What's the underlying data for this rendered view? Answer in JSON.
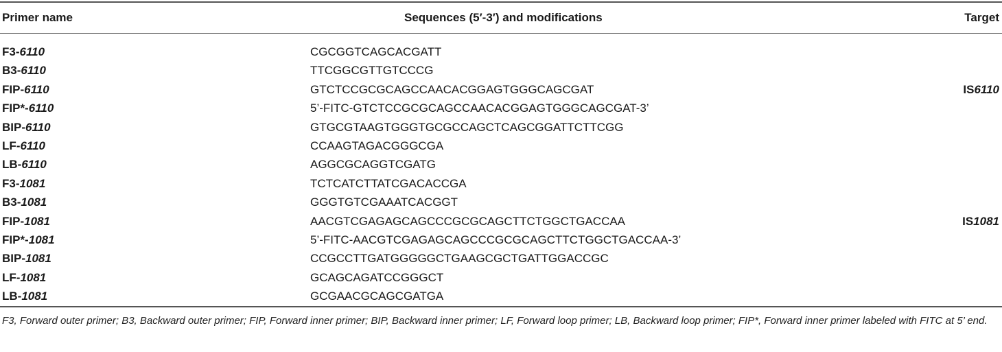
{
  "header": {
    "col_primer": "Primer name",
    "col_sequence": "Sequences (5′-3′) and modifications",
    "col_target": "Target"
  },
  "rows": [
    {
      "prefix": "F3-",
      "suffix": "6110",
      "sequence": "CGCGGTCAGCACGATT",
      "target_prefix": "",
      "target_suffix": ""
    },
    {
      "prefix": "B3-",
      "suffix": "6110",
      "sequence": "TTCGGCGTTGTCCCG",
      "target_prefix": "",
      "target_suffix": ""
    },
    {
      "prefix": "FIP-",
      "suffix": "6110",
      "sequence": "GTCTCCGCGCAGCCAACACGGAGTGGGCAGCGAT",
      "target_prefix": "IS",
      "target_suffix": "6110"
    },
    {
      "prefix": "FIP*-",
      "suffix": "6110",
      "sequence": "5’-FITC-GTCTCCGCGCAGCCAACACGGAGTGGGCAGCGAT-3’",
      "target_prefix": "",
      "target_suffix": ""
    },
    {
      "prefix": "BIP-",
      "suffix": "6110",
      "sequence": "GTGCGTAAGTGGGTGCGCCAGCTCAGCGGATTCTTCGG",
      "target_prefix": "",
      "target_suffix": ""
    },
    {
      "prefix": "LF-",
      "suffix": "6110",
      "sequence": "CCAAGTAGACGGGCGA",
      "target_prefix": "",
      "target_suffix": ""
    },
    {
      "prefix": "LB-",
      "suffix": "6110",
      "sequence": "AGGCGCAGGTCGATG",
      "target_prefix": "",
      "target_suffix": ""
    },
    {
      "prefix": "F3-",
      "suffix": "1081",
      "sequence": "TCTCATCTTATCGACACCGA",
      "target_prefix": "",
      "target_suffix": ""
    },
    {
      "prefix": "B3-",
      "suffix": "1081",
      "sequence": "GGGTGTCGAAATCACGGT",
      "target_prefix": "",
      "target_suffix": ""
    },
    {
      "prefix": "FIP-",
      "suffix": "1081",
      "sequence": "AACGTCGAGAGCAGCCCGCGCAGCTTCTGGCTGACCAA",
      "target_prefix": "IS",
      "target_suffix": "1081"
    },
    {
      "prefix": "FIP*-",
      "suffix": "1081",
      "sequence": "5’-FITC-AACGTCGAGAGCAGCCCGCGCAGCTTCTGGCTGACCAA-3’",
      "target_prefix": "",
      "target_suffix": ""
    },
    {
      "prefix": "BIP-",
      "suffix": "1081",
      "sequence": "CCGCCTTGATGGGGGCTGAAGCGCTGATTGGACCGC",
      "target_prefix": "",
      "target_suffix": ""
    },
    {
      "prefix": "LF-",
      "suffix": "1081",
      "sequence": "GCAGCAGATCCGGGCT",
      "target_prefix": "",
      "target_suffix": ""
    },
    {
      "prefix": "LB-",
      "suffix": "1081",
      "sequence": "GCGAACGCAGCGATGA",
      "target_prefix": "",
      "target_suffix": ""
    }
  ],
  "footnote": "F3, Forward outer primer; B3, Backward outer primer; FIP, Forward inner primer; BIP, Backward inner primer; LF, Forward loop primer; LB, Backward loop primer; FIP*, Forward inner primer labeled with FITC at 5’ end."
}
